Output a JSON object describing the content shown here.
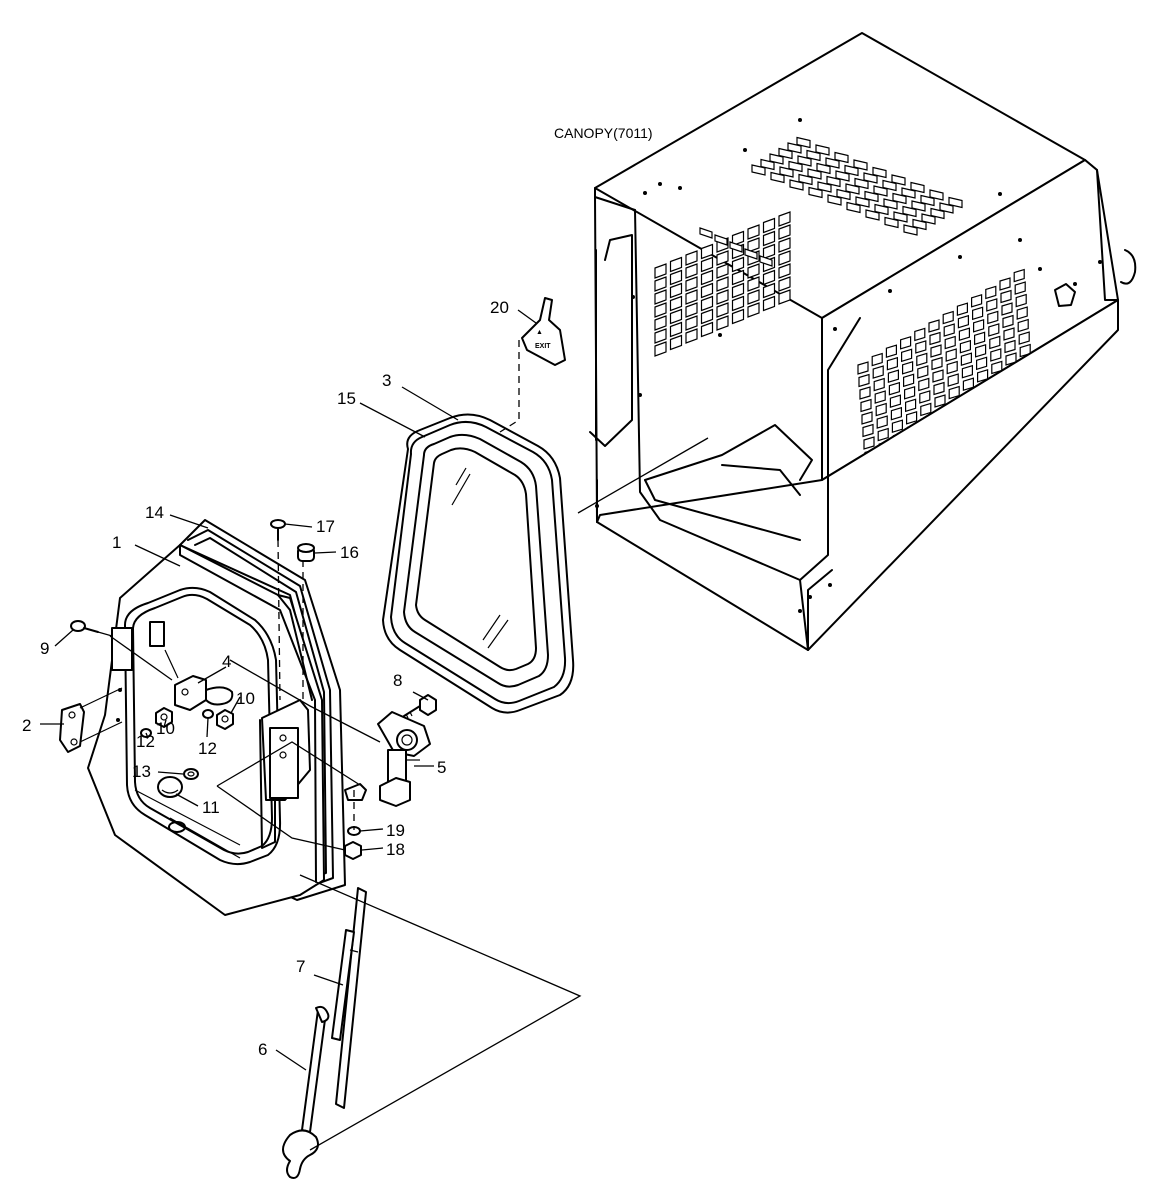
{
  "assembly_label": "CANOPY(7011)",
  "sign_text": [
    "EXIT"
  ],
  "callouts": [
    {
      "id": "c1",
      "text": "1"
    },
    {
      "id": "c2",
      "text": "2"
    },
    {
      "id": "c3",
      "text": "3"
    },
    {
      "id": "c4",
      "text": "4"
    },
    {
      "id": "c5",
      "text": "5"
    },
    {
      "id": "c6",
      "text": "6"
    },
    {
      "id": "c7",
      "text": "7"
    },
    {
      "id": "c8",
      "text": "8"
    },
    {
      "id": "c9",
      "text": "9"
    },
    {
      "id": "c10a",
      "text": "10"
    },
    {
      "id": "c10b",
      "text": "10"
    },
    {
      "id": "c11",
      "text": "11"
    },
    {
      "id": "c12a",
      "text": "12"
    },
    {
      "id": "c12b",
      "text": "12"
    },
    {
      "id": "c13",
      "text": "13"
    },
    {
      "id": "c14",
      "text": "14"
    },
    {
      "id": "c15",
      "text": "15"
    },
    {
      "id": "c16",
      "text": "16"
    },
    {
      "id": "c17",
      "text": "17"
    },
    {
      "id": "c18",
      "text": "18"
    },
    {
      "id": "c19",
      "text": "19"
    },
    {
      "id": "c20",
      "text": "20"
    }
  ]
}
